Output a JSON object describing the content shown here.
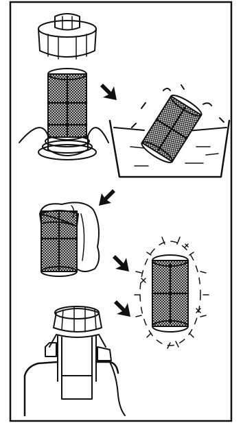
{
  "diagram": {
    "ink_color": "#111111",
    "paper_color": "#ffffff",
    "mesh_fill": "#5a5a5a",
    "steps": [
      {
        "id": "step-1",
        "icon": "filter-cap-removed-icon"
      },
      {
        "id": "step-2",
        "icon": "filter-soaking-in-water-icon"
      },
      {
        "id": "step-3",
        "icon": "filter-wiped-with-cloth-icon"
      },
      {
        "id": "step-4",
        "icon": "filter-clean-sparkle-icon"
      },
      {
        "id": "step-5",
        "icon": "filter-reinstalled-icon"
      }
    ],
    "arrows": [
      "arrow-to-soak",
      "arrow-to-wipe",
      "arrow-to-clean",
      "arrow-to-install"
    ]
  }
}
